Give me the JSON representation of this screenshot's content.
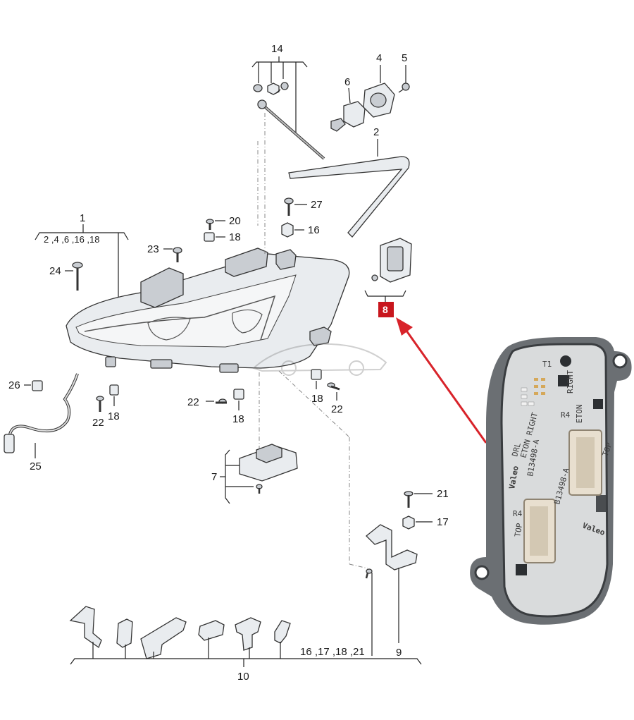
{
  "callouts": {
    "c1": "1",
    "c1_sub": "2 ,4 ,6 ,16 ,18",
    "c2": "2",
    "c4": "4",
    "c5": "5",
    "c6": "6",
    "c7": "7",
    "c8": "8",
    "c9": "9",
    "c10": "10",
    "c14": "14",
    "c16": "16",
    "c17": "17",
    "c18a": "18",
    "c18b": "18",
    "c18c": "18",
    "c18d": "18",
    "c20": "20",
    "c21": "21",
    "c22a": "22",
    "c22b": "22",
    "c22c": "22",
    "c23": "23",
    "c24": "24",
    "c25": "25",
    "c26": "26",
    "c27": "27",
    "c_bottom_group": "16 ,17 ,18 ,21"
  },
  "highlight": {
    "color": "#c8161d",
    "arrow_color": "#d8232a"
  },
  "board_text": {
    "t1": "T1",
    "right": "RIGHT",
    "drl": "DRL",
    "eton_right": "ETON RIGHT",
    "r4a": "R4",
    "eton": "ETON",
    "top_a": "TOP",
    "part_no_a": "B13498-A",
    "part_no_b": "B13498-A",
    "valeo_a": "Valeo",
    "valeo_b": "Valeo",
    "r4b": "R4",
    "top_b": "TOP"
  }
}
